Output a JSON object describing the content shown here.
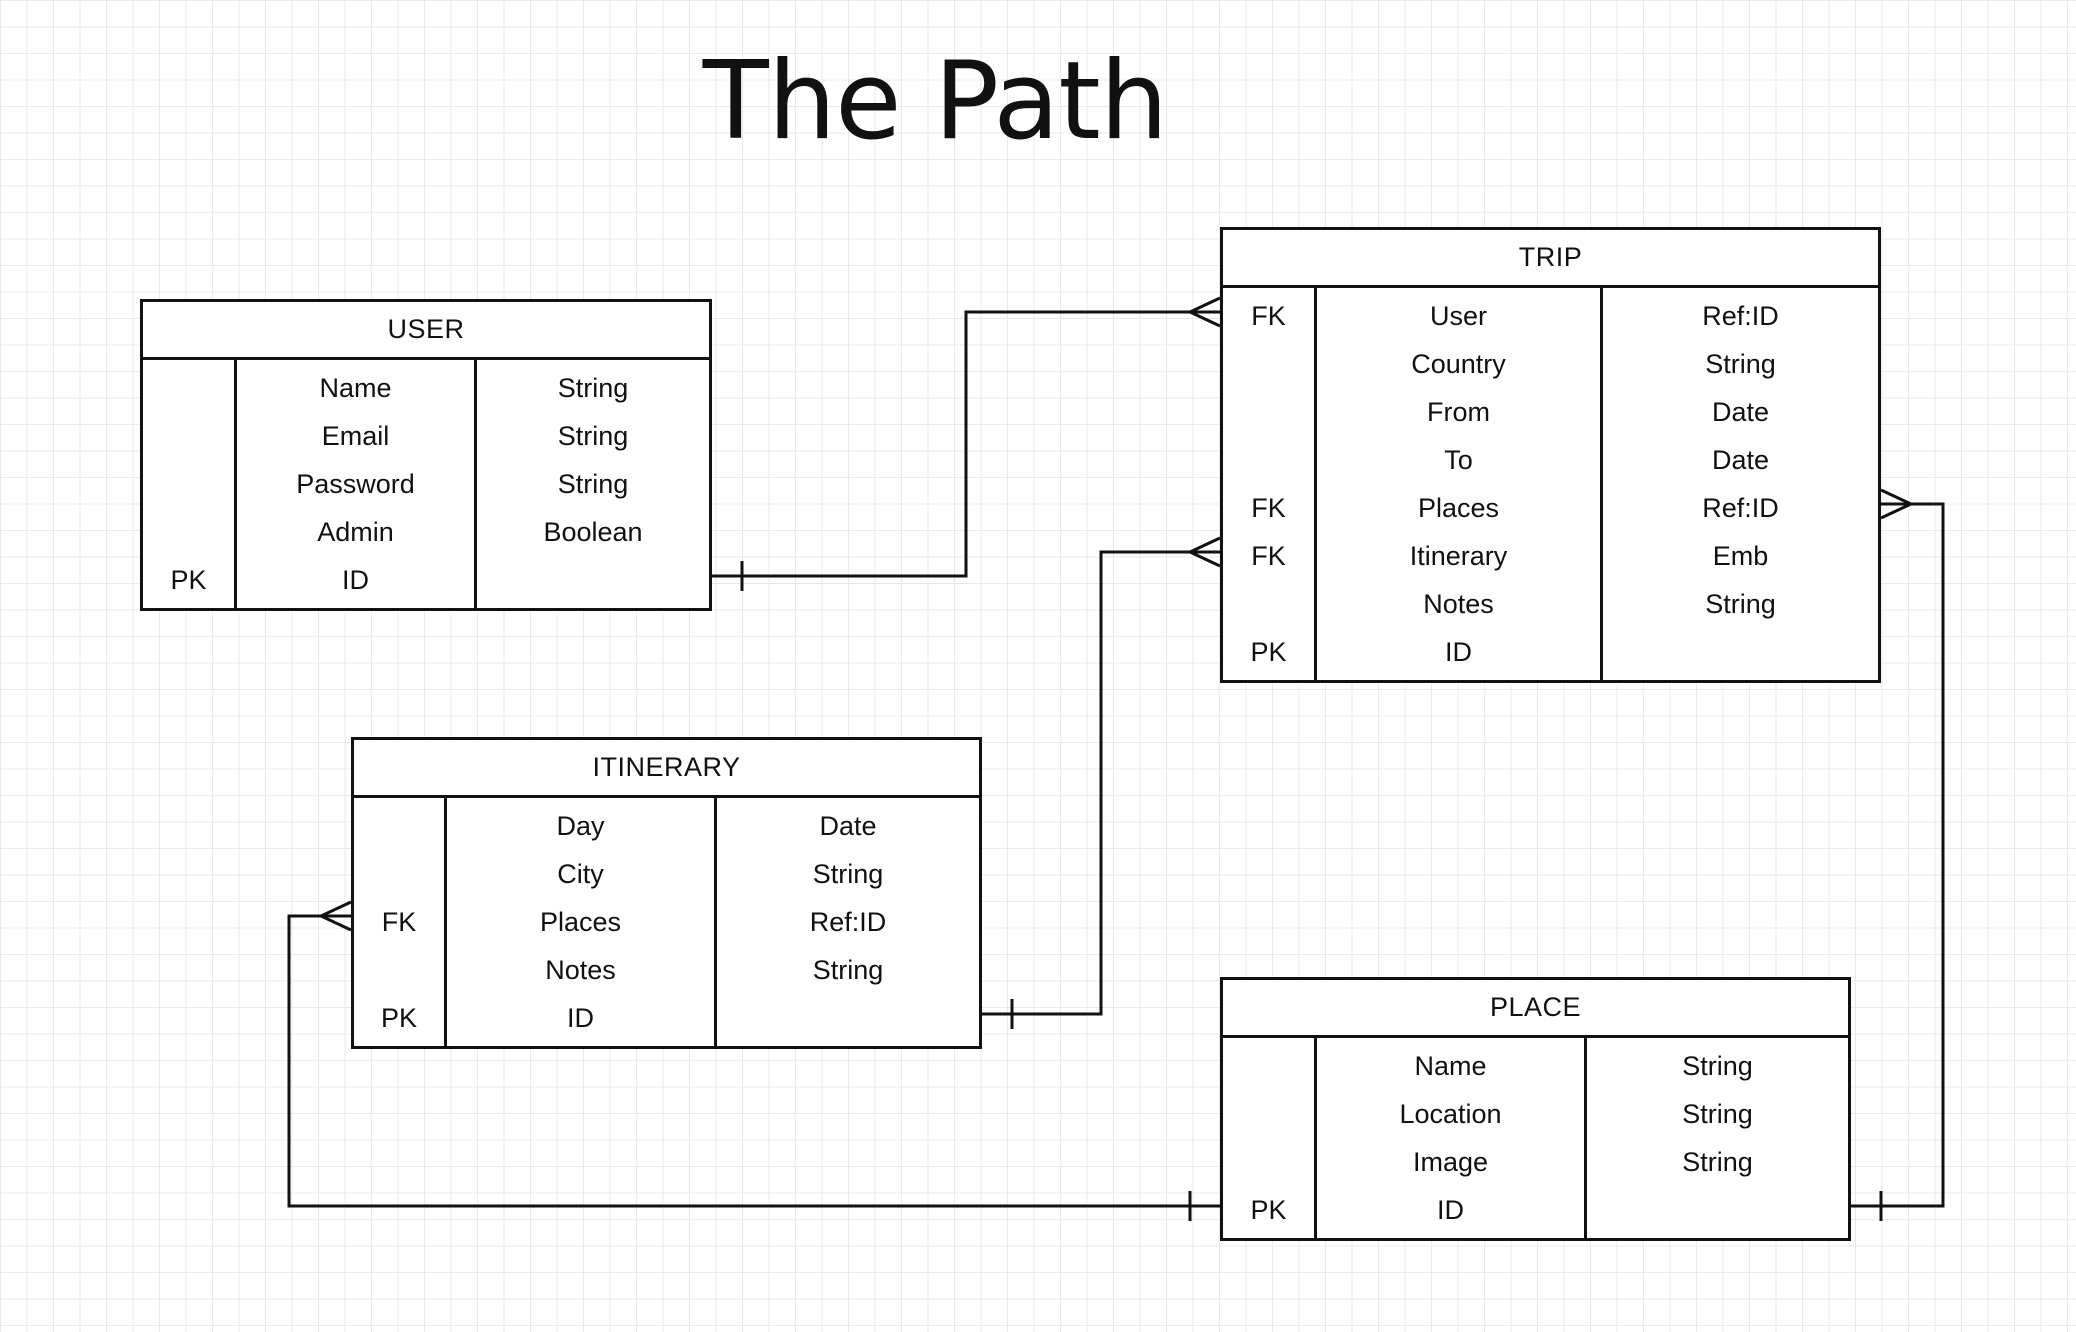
{
  "diagram": {
    "title": "The Path",
    "colors": {
      "line": "#111111",
      "grid": "#e9e9e9",
      "background": "#ffffff"
    },
    "entities": {
      "user": {
        "name": "USER",
        "rows": [
          {
            "key": "",
            "field": "Name",
            "type": "String"
          },
          {
            "key": "",
            "field": "Email",
            "type": "String"
          },
          {
            "key": "",
            "field": "Password",
            "type": "String"
          },
          {
            "key": "",
            "field": "Admin",
            "type": "Boolean"
          },
          {
            "key": "PK",
            "field": "ID",
            "type": ""
          }
        ]
      },
      "trip": {
        "name": "TRIP",
        "rows": [
          {
            "key": "FK",
            "field": "User",
            "type": "Ref:ID"
          },
          {
            "key": "",
            "field": "Country",
            "type": "String"
          },
          {
            "key": "",
            "field": "From",
            "type": "Date"
          },
          {
            "key": "",
            "field": "To",
            "type": "Date"
          },
          {
            "key": "FK",
            "field": "Places",
            "type": "Ref:ID"
          },
          {
            "key": "FK",
            "field": "Itinerary",
            "type": "Emb"
          },
          {
            "key": "",
            "field": "Notes",
            "type": "String"
          },
          {
            "key": "PK",
            "field": "ID",
            "type": ""
          }
        ]
      },
      "itinerary": {
        "name": "ITINERARY",
        "rows": [
          {
            "key": "",
            "field": "Day",
            "type": "Date"
          },
          {
            "key": "",
            "field": "City",
            "type": "String"
          },
          {
            "key": "FK",
            "field": "Places",
            "type": "Ref:ID"
          },
          {
            "key": "",
            "field": "Notes",
            "type": "String"
          },
          {
            "key": "PK",
            "field": "ID",
            "type": ""
          }
        ]
      },
      "place": {
        "name": "PLACE",
        "rows": [
          {
            "key": "",
            "field": "Name",
            "type": "String"
          },
          {
            "key": "",
            "field": "Location",
            "type": "String"
          },
          {
            "key": "",
            "field": "Image",
            "type": "String"
          },
          {
            "key": "PK",
            "field": "ID",
            "type": ""
          }
        ]
      }
    },
    "relationships": [
      {
        "from": "USER.ID",
        "from_end": "one",
        "to": "TRIP.User",
        "to_end": "many"
      },
      {
        "from": "ITINERARY.ID",
        "from_end": "one",
        "to": "TRIP.Itinerary",
        "to_end": "many"
      },
      {
        "from": "PLACE.ID",
        "from_end": "one",
        "to": "TRIP.Places",
        "to_end": "many"
      },
      {
        "from": "PLACE.ID",
        "from_end": "one",
        "to": "ITINERARY.Places",
        "to_end": "many"
      }
    ]
  }
}
